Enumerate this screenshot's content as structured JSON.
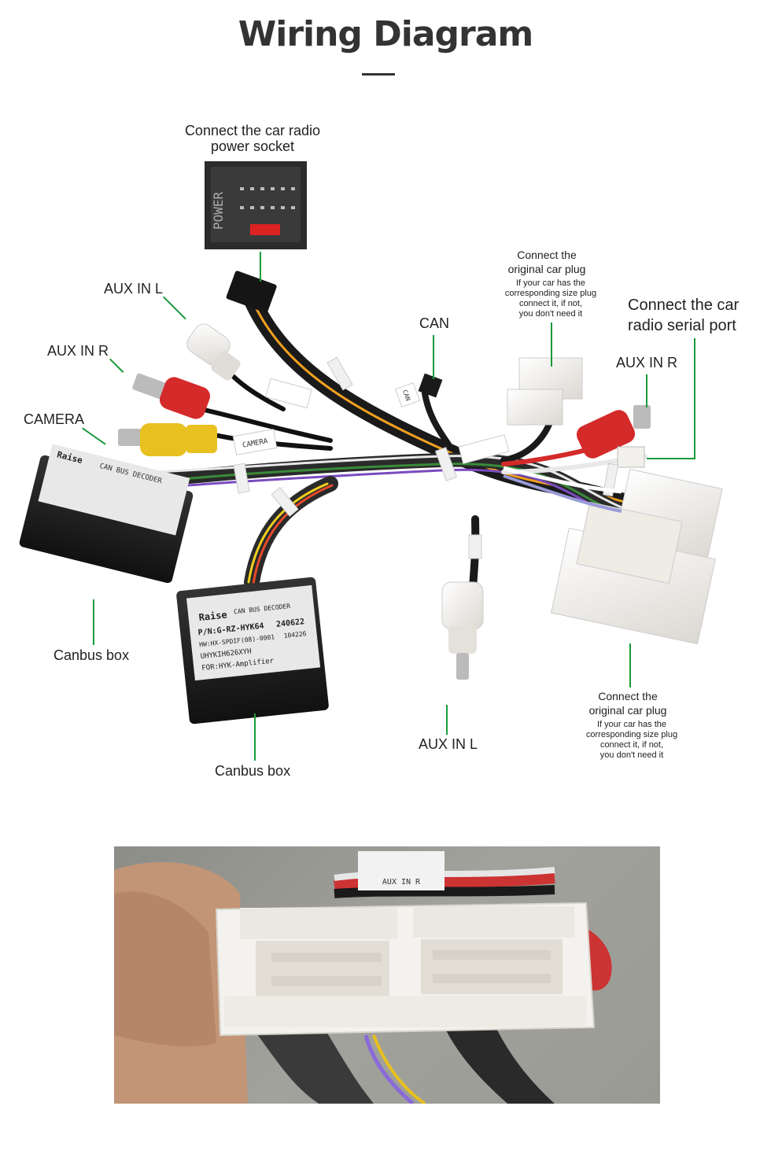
{
  "title": "Wiring Diagram",
  "labels": {
    "power": "Connect the car radio\npower socket",
    "aux_in_l_top": "AUX IN L",
    "aux_in_r_left": "AUX IN R",
    "camera": "CAMERA",
    "can": "CAN",
    "orig_plug_top_main": "Connect the\noriginal car plug",
    "orig_plug_top_note": "If your car has the\ncorresponding size plug\nconnect it, if not,\nyou don't need it",
    "serial_port": "Connect the car\nradio  serial port",
    "aux_in_r_right": "AUX IN R",
    "canbus_box_left": "Canbus box",
    "canbus_box_middle": "Canbus box",
    "aux_in_l_bottom": "AUX IN L",
    "orig_plug_bottom_main": "Connect the\noriginal car plug",
    "orig_plug_bottom_note": "If your car has the\ncorresponding size plug\nconnect it, if not,\nyou don't need it"
  },
  "box_left": {
    "brand": "Raise",
    "type": "CAN BUS DECODER"
  },
  "box_middle": {
    "brand": "Raise",
    "type": "CAN BUS DECODER",
    "pn": "P/N:G-RZ-HYK64",
    "date": "240622",
    "hw": "HW:HX-SPDIF(08)-0001",
    "serial": "104226",
    "code": "UHYKIH626XYH",
    "for": "FOR:HYK-Amplifier"
  },
  "socket_text": "POWER",
  "tags": {
    "camera_tag": "CAMERA",
    "can_tag": "CAN",
    "aux_tag": "AUX IN R"
  },
  "colors": {
    "leader": "#1a9a3a",
    "rca_red": "#d42a2a",
    "rca_yellow": "#e8c020",
    "rca_white": "#e8e8e4",
    "box": "#1c1c1c",
    "connector": "#f4f2ee"
  }
}
